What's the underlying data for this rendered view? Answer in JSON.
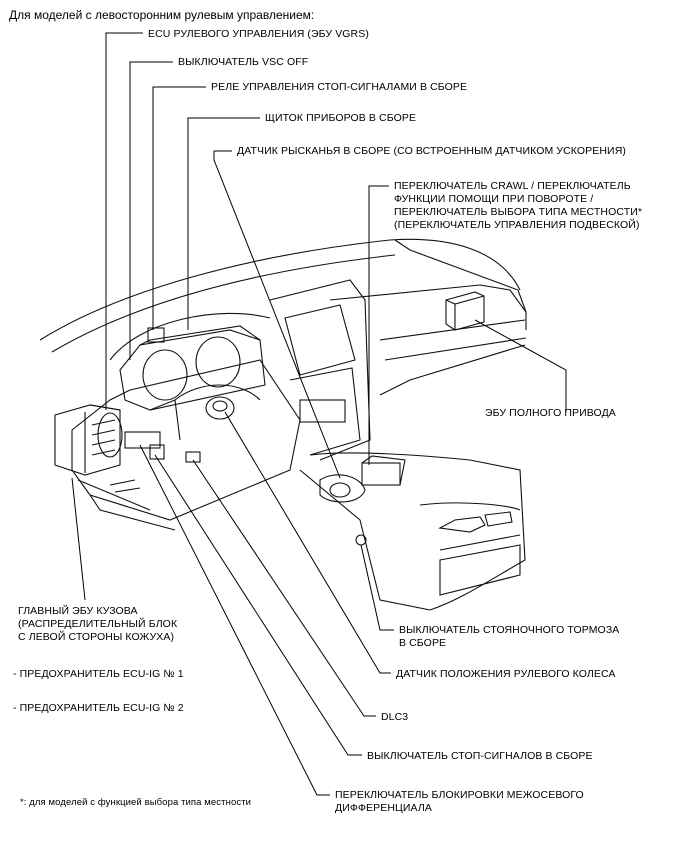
{
  "header": "Для моделей с левосторонним рулевым управлением:",
  "labels": {
    "ecu_steering": "ECU РУЛЕВОГО УПРАВЛЕНИЯ (ЭБУ VGRS)",
    "vsc_off": "ВЫКЛЮЧАТЕЛЬ VSC OFF",
    "stop_relay": "РЕЛЕ УПРАВЛЕНИЯ СТОП-СИГНАЛАМИ В СБОРЕ",
    "instrument_panel": "ЩИТОК ПРИБОРОВ В СБОРЕ",
    "yaw_sensor": "ДАТЧИК РЫСКАНЬЯ В СБОРЕ (СО ВСТРОЕННЫМ ДАТЧИКОМ УСКОРЕНИЯ)",
    "crawl_switch": "ПЕРЕКЛЮЧАТЕЛЬ CRAWL / ПЕРЕКЛЮЧАТЕЛЬ\nФУНКЦИИ ПОМОЩИ ПРИ ПОВОРОТЕ /\nПЕРЕКЛЮЧАТЕЛЬ ВЫБОРА ТИПА МЕСТНОСТИ*\n(ПЕРЕКЛЮЧАТЕЛЬ УПРАВЛЕНИЯ ПОДВЕСКОЙ)",
    "awd_ecu": "ЭБУ ПОЛНОГО ПРИВОДА",
    "body_ecu": "ГЛАВНЫЙ ЭБУ КУЗОВА\n(РАСПРЕДЕЛИТЕЛЬНЫЙ БЛОК\nС ЛЕВОЙ СТОРОНЫ КОЖУХА)",
    "fuse1": "- ПРЕДОХРАНИТЕЛЬ ECU-IG № 1",
    "fuse2": "- ПРЕДОХРАНИТЕЛЬ ECU-IG № 2",
    "parking_brake": "ВЫКЛЮЧАТЕЛЬ СТОЯНОЧНОГО ТОРМОЗА\nВ СБОРЕ",
    "steering_angle": "ДАТЧИК ПОЛОЖЕНИЯ РУЛЕВОГО КОЛЕСА",
    "dlc3": "DLC3",
    "stop_switch": "ВЫКЛЮЧАТЕЛЬ СТОП-СИГНАЛОВ В СБОРЕ",
    "diff_lock": "ПЕРЕКЛЮЧАТЕЛЬ БЛОКИРОВКИ МЕЖОСЕВОГО\nДИФФЕРЕНЦИАЛА"
  },
  "footnote": "*: для моделей с функцией выбора типа местности"
}
